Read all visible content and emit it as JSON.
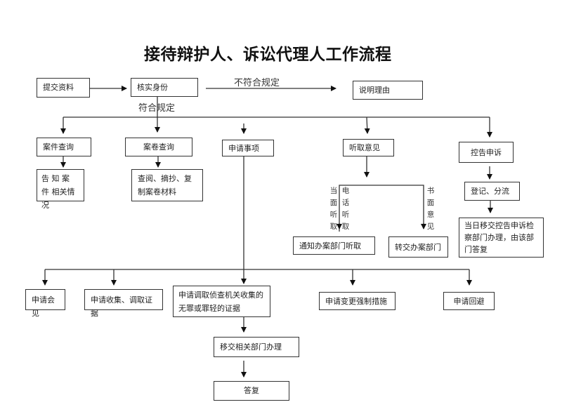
{
  "title": "接待辩护人、诉讼代理人工作流程",
  "nodes": {
    "submit": "提交资料",
    "verify": "核实身份",
    "explain": "说明理由",
    "case_query": "案件查询",
    "case_query_result": "告 知 案 件 相关情况",
    "file_query": "案卷查询",
    "file_query_result": "查阅、摘抄、复制案卷材料",
    "apply": "申请事项",
    "hear": "听取意见",
    "notify_hear": "通知办案部门听取",
    "transfer": "转交办案部门",
    "complaint": "控告申诉",
    "register": "登记、分流",
    "complaint_result": "当日移交控告申诉检察部门办理，由该部门答复",
    "apply_meet": "申请会见",
    "apply_collect": "申请收集、调取证据",
    "apply_obtain": "申请调取侦查机关收集的无罪或罪轻的证据",
    "apply_change": "申请变更强制措施",
    "apply_recuse": "申请回避",
    "transfer_dept": "移交相关部门办理",
    "reply": "答复"
  },
  "edge_labels": {
    "not_compliant": "不符合规定",
    "compliant": "符合规定",
    "in_person": "当面听取",
    "by_phone": "电话听取",
    "written": "书面意见"
  }
}
